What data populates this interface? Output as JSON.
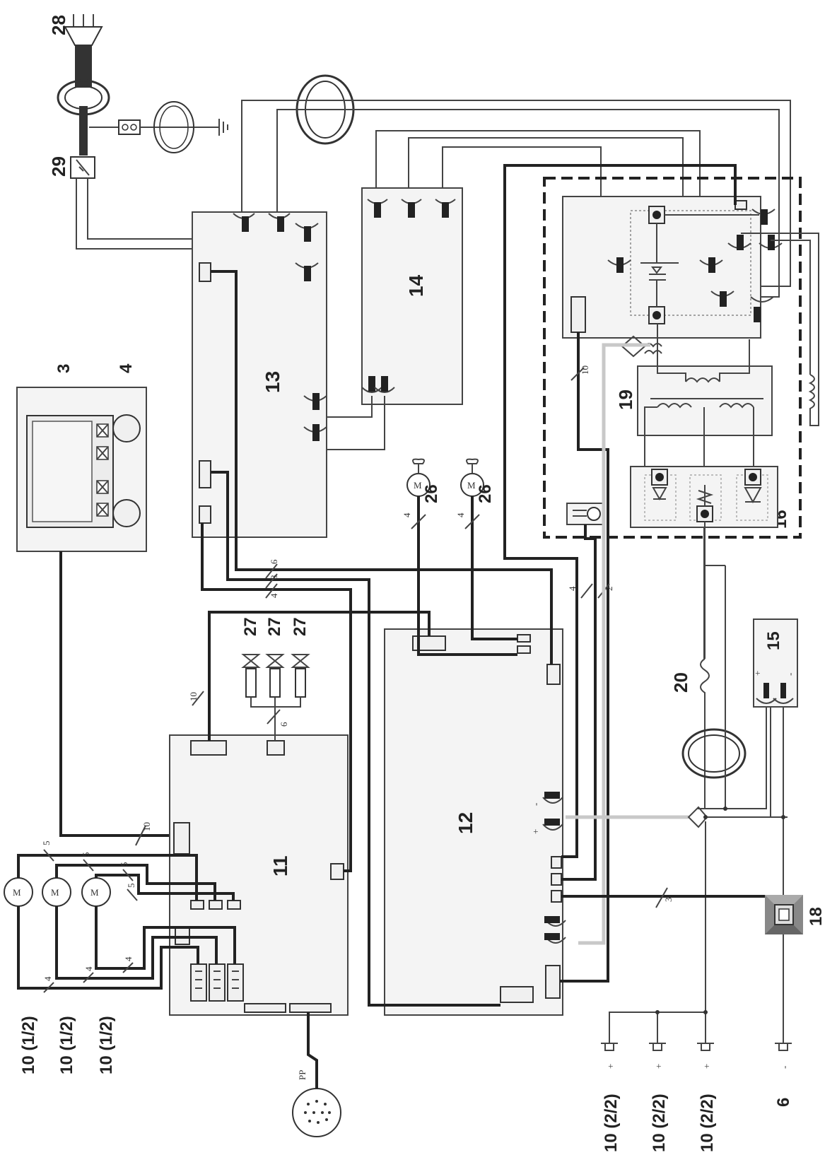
{
  "labels": {
    "l28": "28",
    "l29": "29",
    "l3": "3",
    "l4": "4",
    "l13": "13",
    "l14": "14",
    "l19": "19",
    "l16": "16",
    "l26a": "26",
    "l26b": "26",
    "l27a": "27",
    "l27b": "27",
    "l27c": "27",
    "l11": "11",
    "l12": "12",
    "l20": "20",
    "l15": "15",
    "l18": "18",
    "l10a": "10 (1/2)",
    "l10b": "10 (1/2)",
    "l10c": "10 (1/2)",
    "l10d": "10 (2/2)",
    "l10e": "10 (2/2)",
    "l10f": "10 (2/2)",
    "l6": "6"
  },
  "wire_counts": {
    "w10_dash": "10",
    "w10_top": "10",
    "w10_left": "10",
    "w6_a": "6",
    "w8": "8",
    "w4_a": "4",
    "w6_b": "6",
    "w4_b": "4",
    "w2": "2",
    "w4_c": "4",
    "w4_d": "4",
    "w3": "3",
    "w5_a": "5",
    "w5_b": "5",
    "w5_c": "5",
    "w5_d": "5",
    "w4_e": "4",
    "w4_f": "4",
    "w4_g": "4"
  },
  "terminal_signs": {
    "plus_a": "+",
    "plus_b": "+",
    "plus_c": "+",
    "minus": "-",
    "pp": "PP",
    "t15_plus": "+",
    "t15_minus": "-"
  }
}
